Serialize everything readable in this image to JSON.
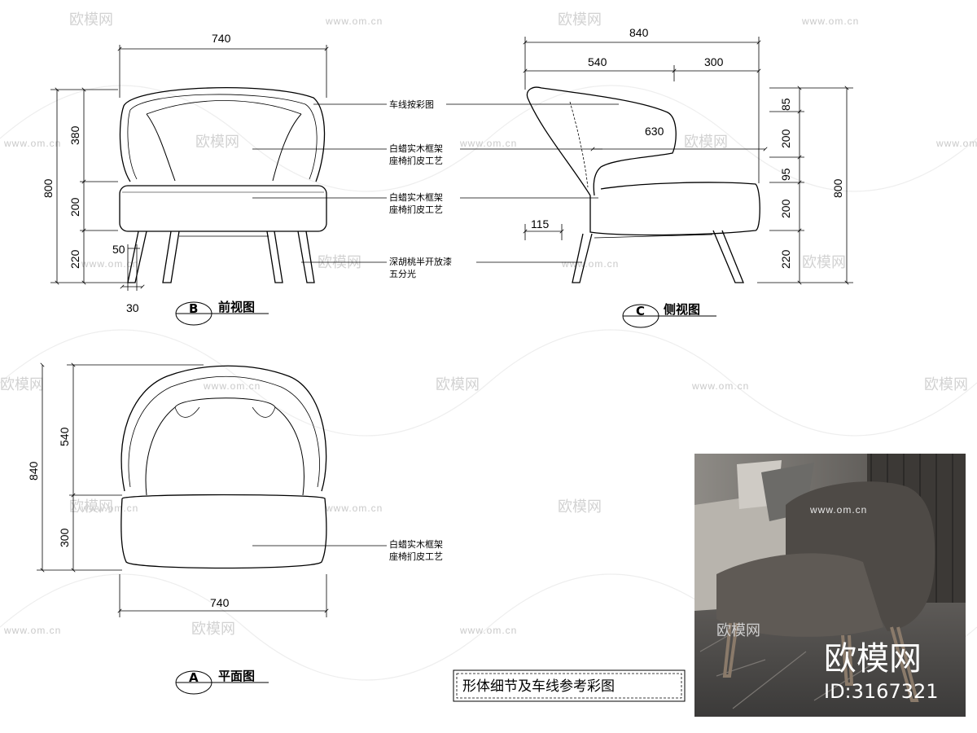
{
  "watermark": {
    "url": "www.om.cn",
    "logo": "欧模网"
  },
  "front_view": {
    "badge": "B",
    "title": "前视图",
    "dims": {
      "width": "740",
      "h_back": "380",
      "h_seat": "200",
      "h_leg": "220",
      "total_height": "800",
      "leg_50": "50",
      "leg_30": "30"
    },
    "notes": [
      [
        "车线按彩图"
      ],
      [
        "白蜡实木框架",
        "座椅扪皮工艺"
      ],
      [
        "白蜡实木框架",
        "座椅扪皮工艺"
      ],
      [
        "深胡桃半开放漆",
        "五分光"
      ]
    ]
  },
  "side_view": {
    "badge": "C",
    "title": "侧视图",
    "dims": {
      "total_depth": "840",
      "seat_depth": "540",
      "front_depth": "300",
      "arm_630": "630",
      "leg_115": "115",
      "h_85": "85",
      "h_200a": "200",
      "h_95": "95",
      "h_200b": "200",
      "h_220": "220",
      "total_height": "800"
    }
  },
  "plan_view": {
    "badge": "A",
    "title": "平面图",
    "dims": {
      "total_depth": "840",
      "depth_540": "540",
      "depth_300": "300",
      "width": "740"
    },
    "note": [
      "白蜡实木框架",
      "座椅扪皮工艺"
    ]
  },
  "reference_photo": {
    "url": "www.om.cn",
    "logo": "欧模网",
    "brand": "欧模网",
    "id": "ID:3167321"
  },
  "caption": "形体细节及车线参考彩图"
}
